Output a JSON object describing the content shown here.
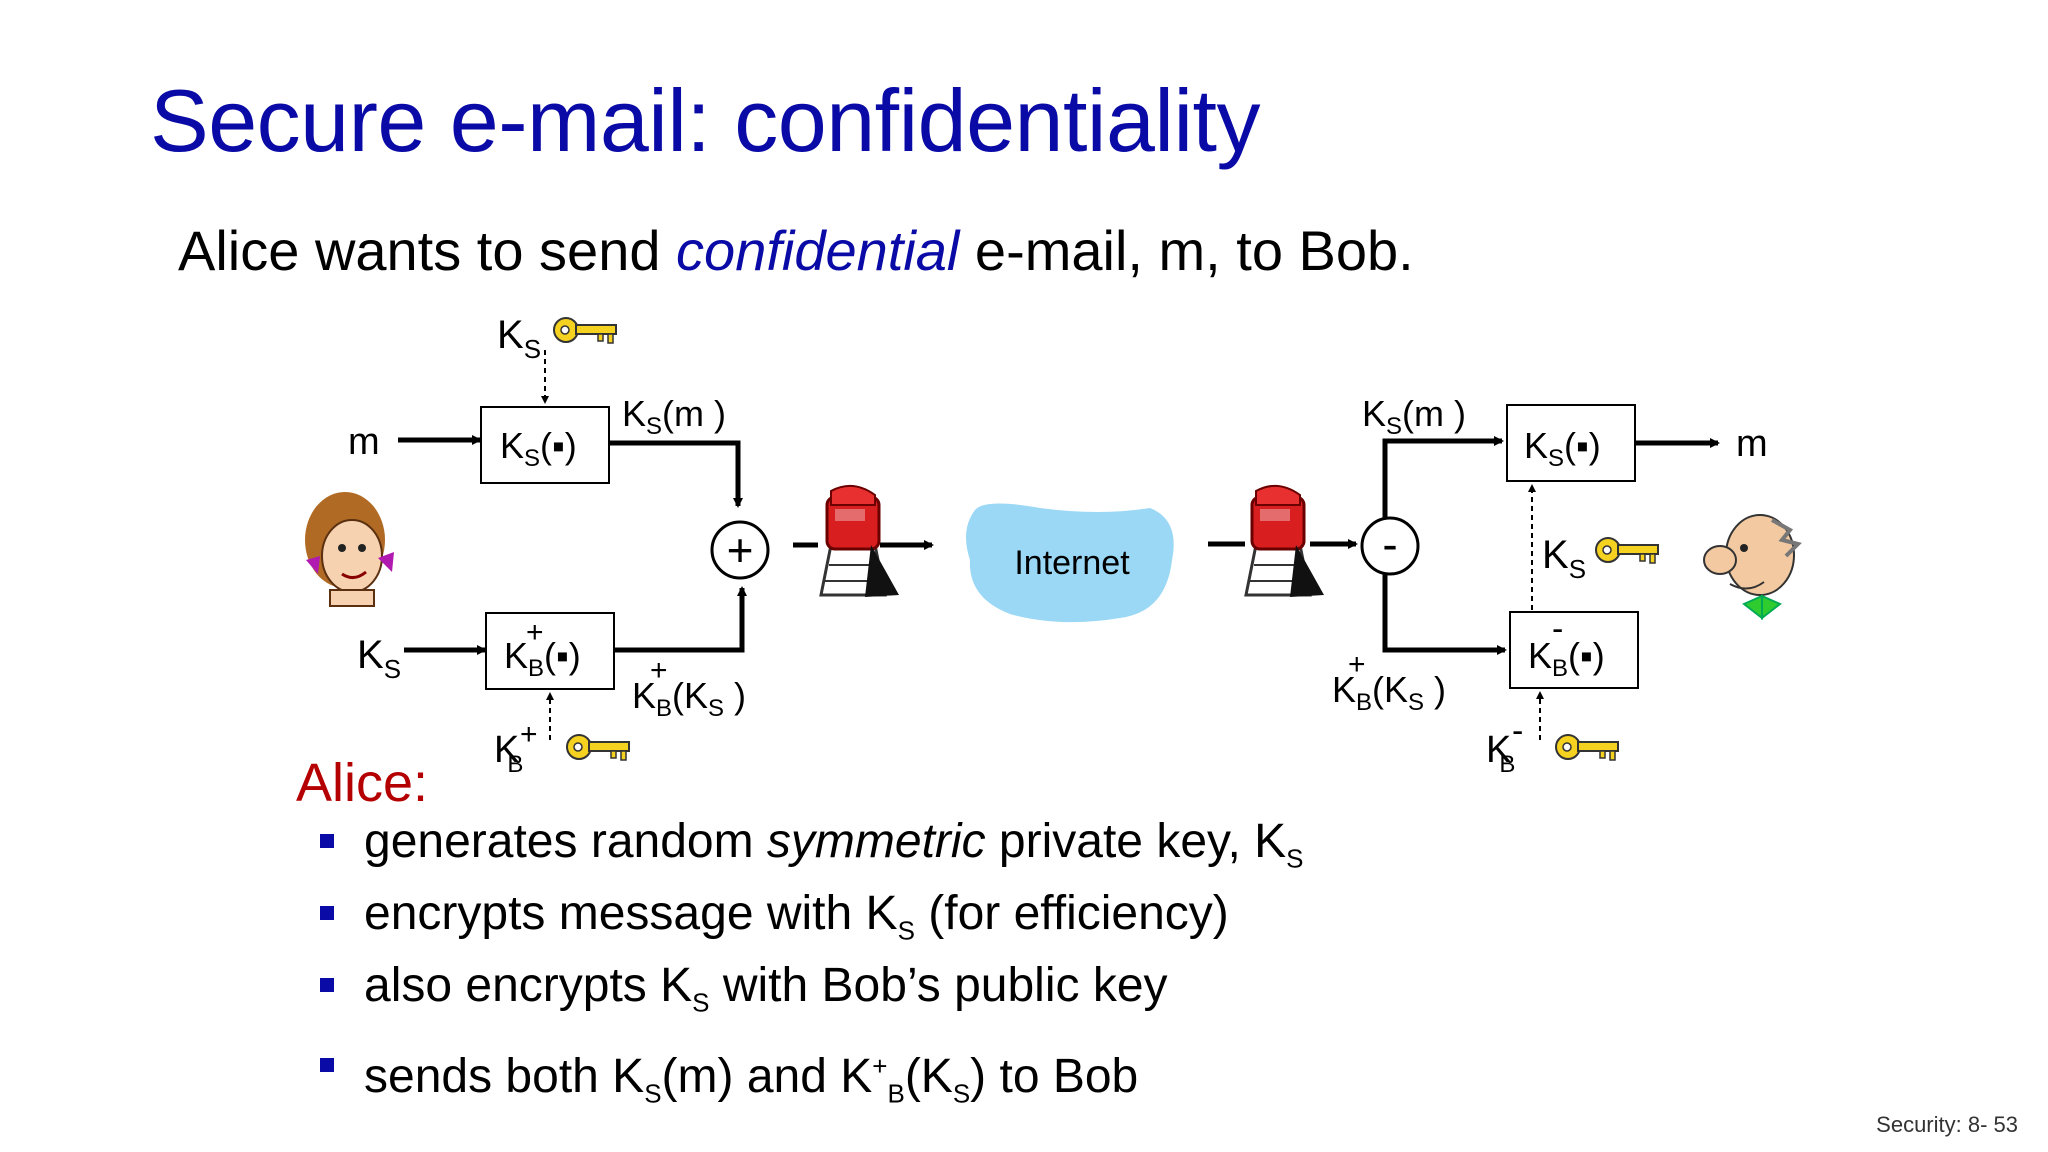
{
  "title": "Secure e-mail: confidentiality",
  "subtitle": {
    "pre": "Alice wants to send ",
    "emph": "confidential",
    "post": " e-mail, m, to Bob."
  },
  "diagram": {
    "m": "m",
    "K": "K",
    "S": "S",
    "B": "B",
    "plus": "+",
    "minus": "-",
    "dot": "(▪)",
    "m_paren": "(m )",
    "k_paren_open": "(K",
    "paren_close": " )",
    "internet": "Internet"
  },
  "alice": {
    "label": "Alice:",
    "bullets": [
      {
        "a": "generates random ",
        "b": "symmetric",
        "c": " private key, K",
        "sub": "S"
      },
      {
        "a": "encrypts message with K",
        "sub": "S",
        "c": " (for efficiency)"
      },
      {
        "a": "also encrypts K",
        "sub": "S",
        "c": " with Bob’s public key"
      },
      {
        "a": "sends both K",
        "sub1": "S",
        "b": "(m) and K",
        "sup": "+",
        "sub2": "B",
        "c": "(K",
        "sub3": "S",
        "d": ") to Bob"
      }
    ]
  },
  "footer": "Security: 8- 53",
  "colors": {
    "title": "#0a0aa6",
    "alice": "#b40000",
    "cloud": "#9ad8f5",
    "key": "#f4d21f",
    "mailbox": "#d81e1e"
  }
}
